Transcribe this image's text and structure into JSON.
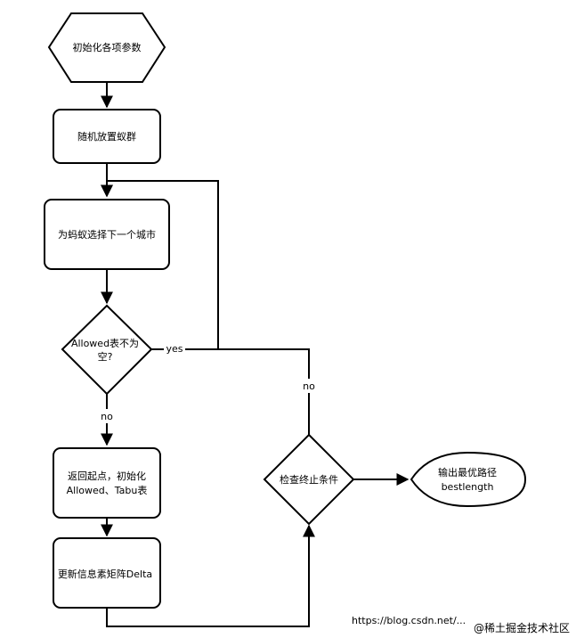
{
  "nodes": {
    "init": {
      "label": "初始化各项参数"
    },
    "place": {
      "label": "随机放置蚁群"
    },
    "select": {
      "label": "为蚂蚁选择下一个城市"
    },
    "allowed": {
      "line1": "Allowed表不为",
      "line2": "空?"
    },
    "reset": {
      "line1": "返回起点，初始化",
      "line2": "Allowed、Tabu表"
    },
    "update": {
      "label": "更新信息素矩阵Delta"
    },
    "check": {
      "label": "检查终止条件"
    },
    "output": {
      "line1": "输出最优路径",
      "line2": "bestlength"
    }
  },
  "edges": {
    "yes_label": "yes",
    "no_label_down": "no",
    "no_label_check": "no"
  },
  "watermark": {
    "url": "https://blog.csdn.net/...",
    "brand": "@稀土掘金技术社区"
  }
}
